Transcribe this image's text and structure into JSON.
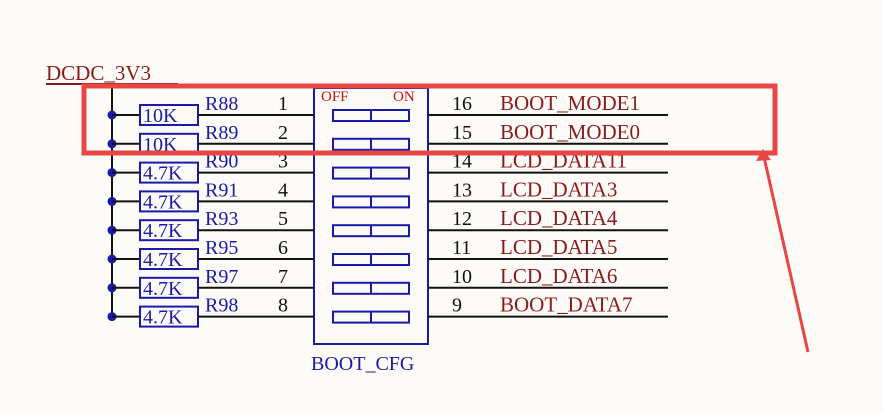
{
  "power_net": "DCDC_3V3",
  "switch": {
    "name": "BOOT_CFG",
    "off_label": "OFF",
    "on_label": "ON"
  },
  "rows": [
    {
      "resistor_value": "10K",
      "resistor_ref": "R88",
      "left_pin": "1",
      "right_pin": "16",
      "net": "BOOT_MODE1"
    },
    {
      "resistor_value": "10K",
      "resistor_ref": "R89",
      "left_pin": "2",
      "right_pin": "15",
      "net": "BOOT_MODE0"
    },
    {
      "resistor_value": "4.7K",
      "resistor_ref": "R90",
      "left_pin": "3",
      "right_pin": "14",
      "net": "LCD_DATA11"
    },
    {
      "resistor_value": "4.7K",
      "resistor_ref": "R91",
      "left_pin": "4",
      "right_pin": "13",
      "net": "LCD_DATA3"
    },
    {
      "resistor_value": "4.7K",
      "resistor_ref": "R93",
      "left_pin": "5",
      "right_pin": "12",
      "net": "LCD_DATA4"
    },
    {
      "resistor_value": "4.7K",
      "resistor_ref": "R95",
      "left_pin": "6",
      "right_pin": "11",
      "net": "LCD_DATA5"
    },
    {
      "resistor_value": "4.7K",
      "resistor_ref": "R97",
      "left_pin": "7",
      "right_pin": "10",
      "net": "LCD_DATA6"
    },
    {
      "resistor_value": "4.7K",
      "resistor_ref": "R98",
      "left_pin": "8",
      "right_pin": "9",
      "net": "BOOT_DATA7"
    }
  ],
  "colors": {
    "background": "#fdfbf7",
    "schematic_blue": "#1a1aa8",
    "net_label": "#8a1a1a",
    "highlight": "#e84545"
  }
}
